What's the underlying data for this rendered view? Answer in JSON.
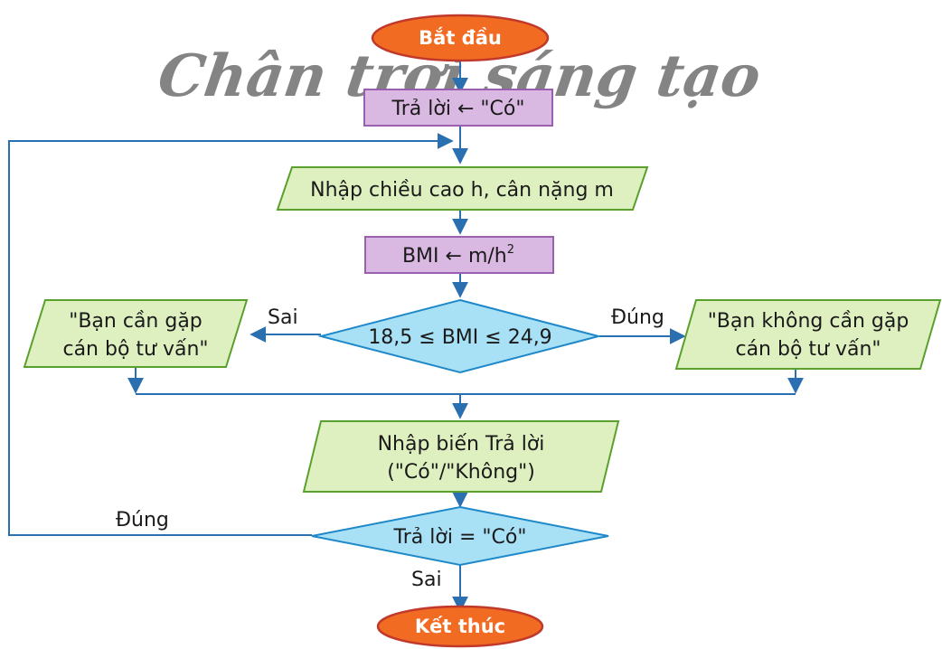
{
  "watermark": "Chân trời sáng tạo",
  "colors": {
    "terminal_fill": "#f26b22",
    "terminal_stroke": "#c0392b",
    "process_fill": "#d9b8e2",
    "process_stroke": "#9b5fb0",
    "io_fill": "#dff0c0",
    "io_stroke": "#5aa02c",
    "decision_fill": "#a8e0f5",
    "decision_stroke": "#1e88c8",
    "connector": "#2a6fb0"
  },
  "nodes": {
    "start": "Bắt đầu",
    "init": "Trả lời ← \"Có\"",
    "input_hm": "Nhập chiều cao h, cân nặng m",
    "bmi_assign": "BMI ← m/h",
    "bmi_exponent": "2",
    "bmi_check": "18,5 ≤ BMI ≤ 24,9",
    "msg_need": [
      "\"Bạn cần gặp",
      "cán bộ tư vấn\""
    ],
    "msg_no_need": [
      "\"Bạn không cần gặp",
      "cán bộ tư vấn\""
    ],
    "input_answer": [
      "Nhập biến Trả lời",
      "(\"Có\"/\"Không\")"
    ],
    "answer_check": "Trả lời = \"Có\"",
    "end": "Kết thúc"
  },
  "labels": {
    "bmi_false": "Sai",
    "bmi_true": "Đúng",
    "loop_true": "Đúng",
    "exit_false": "Sai"
  }
}
